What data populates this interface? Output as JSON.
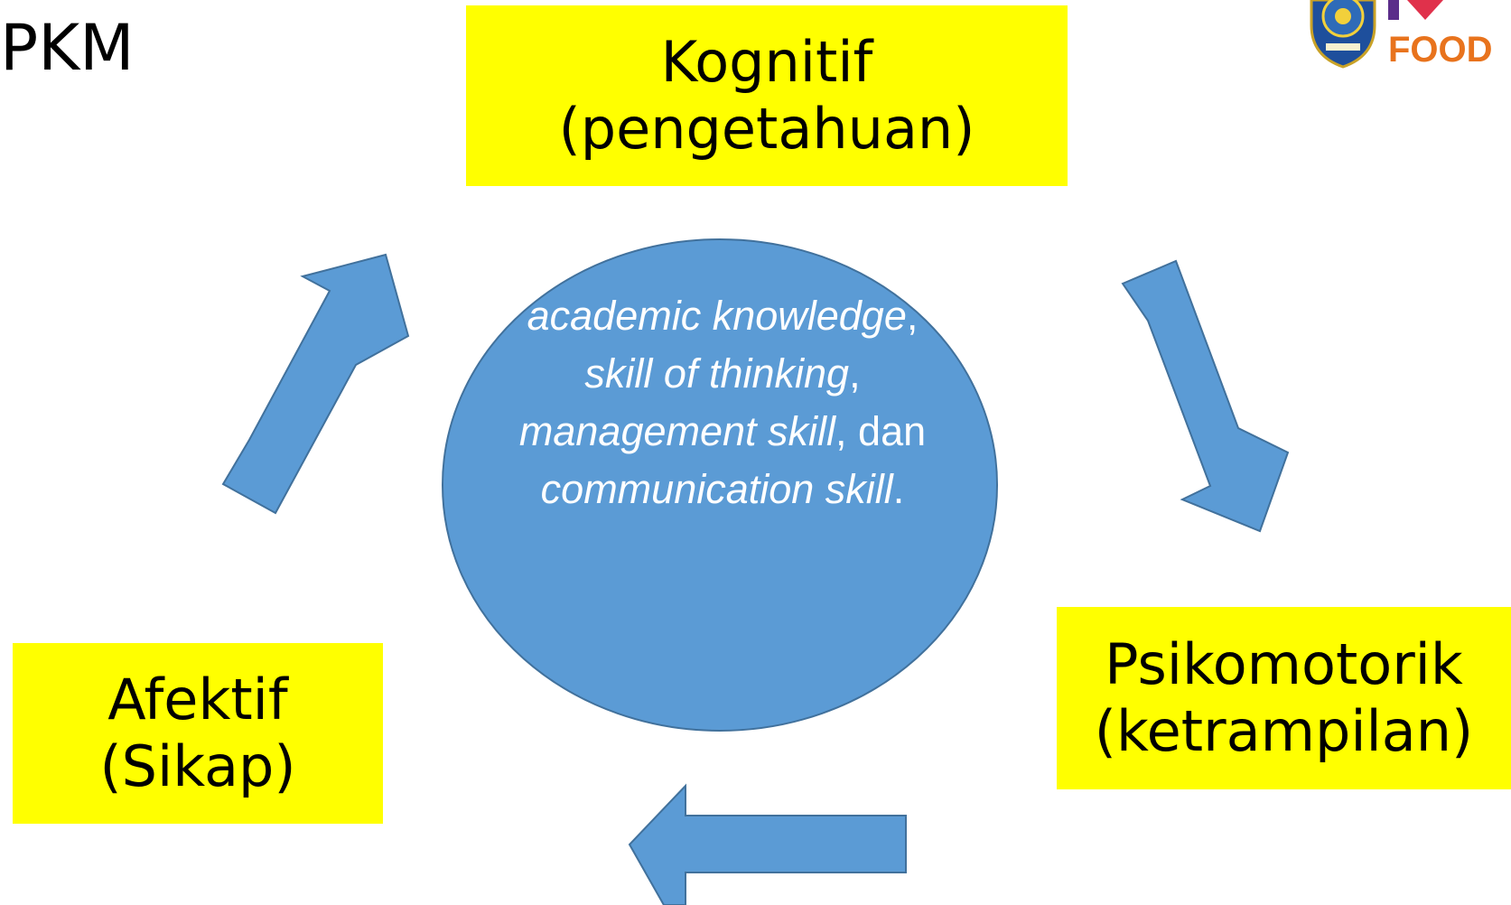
{
  "header": {
    "title": "PKM"
  },
  "boxes": {
    "kognitif": {
      "line1": "Kognitif",
      "line2": "(pengetahuan)"
    },
    "psikomotorik": {
      "line1": "Psikomotorik",
      "line2": "(ketrampilan)"
    },
    "afektif": {
      "line1": "Afektif",
      "line2": "(Sikap)"
    }
  },
  "center": {
    "segments": [
      {
        "text": "academic knowledge",
        "italic": true
      },
      {
        "text": ", ",
        "italic": false
      },
      {
        "text": "skill of thinking",
        "italic": true
      },
      {
        "text": ", ",
        "italic": false
      },
      {
        "text": "management skill",
        "italic": true
      },
      {
        "text": ", dan ",
        "italic": false
      },
      {
        "text": "communication skill",
        "italic": true
      },
      {
        "text": ".",
        "italic": false
      }
    ]
  },
  "logo": {
    "text": "FOOD"
  },
  "colors": {
    "box_fill": "#ffff00",
    "shape_fill": "#5b9bd5",
    "shape_stroke": "#41719c",
    "logo_text": "#e8731d",
    "logo_heart": "#e0314b",
    "logo_bar": "#5b2d8a"
  }
}
